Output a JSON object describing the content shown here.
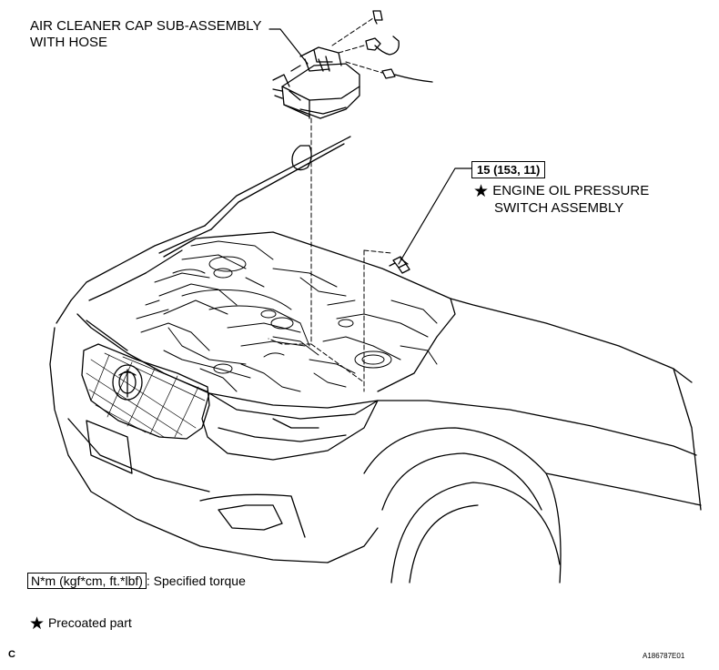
{
  "parts": {
    "air_cleaner": {
      "line1": "AIR CLEANER CAP SUB-ASSEMBLY",
      "line2": "WITH HOSE"
    },
    "oil_pressure_switch": {
      "torque": "15 (153, 11)",
      "line1": "ENGINE OIL PRESSURE",
      "line2": "SWITCH ASSEMBLY"
    }
  },
  "legend": {
    "torque_box": "N*m (kgf*cm, ft.*lbf)",
    "torque_text": ": Specified torque",
    "precoated_text": "Precoated part"
  },
  "footer": {
    "page_letter": "C",
    "figure_id": "A186787E01"
  },
  "icons": {
    "star": "★"
  }
}
